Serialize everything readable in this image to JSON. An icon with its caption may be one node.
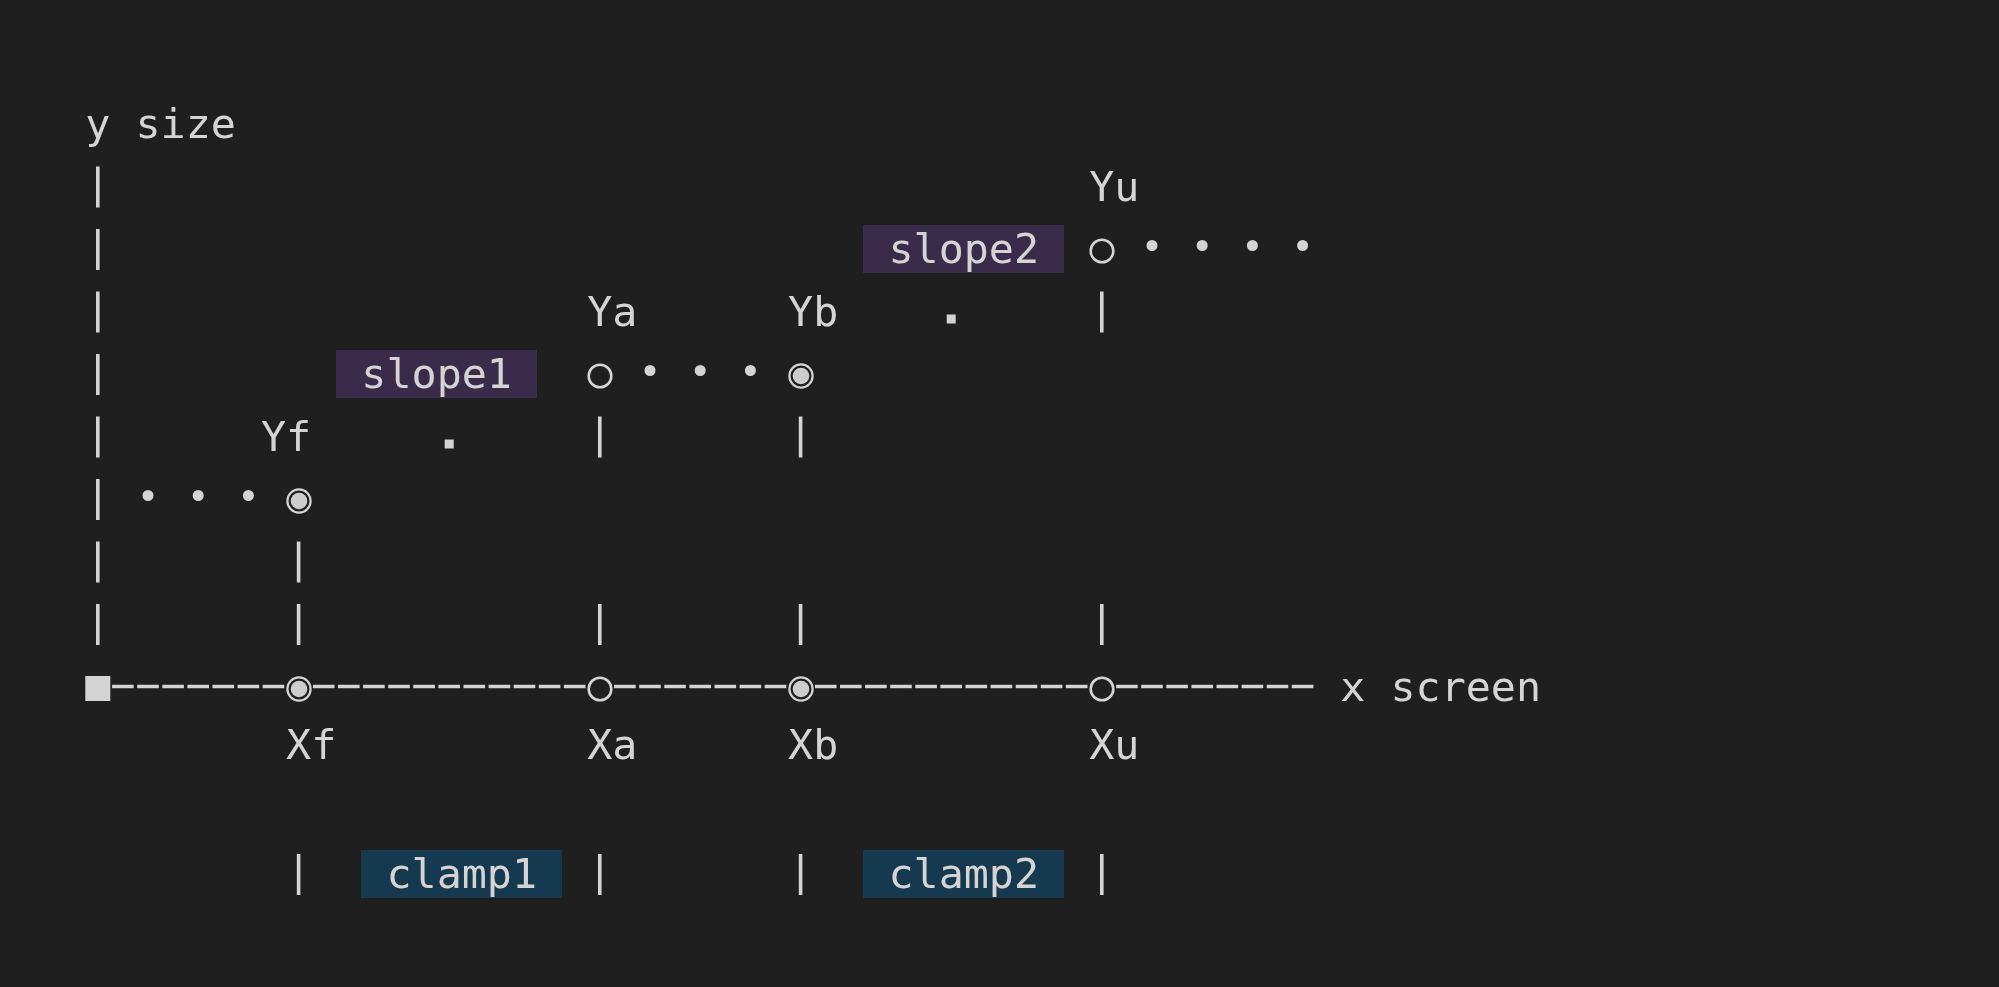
{
  "diagram": {
    "nodes": [
      {
        "text": [
          "slope2"
        ]
      },
      {
        "text": [],
        "shape": "circle",
        "beside": [
          "Yu"
        ]
      },
      {
        "text": [
          "slope1"
        ]
      },
      {
        "text": [],
        "shape": "circle",
        "beside": [
          "Ya"
        ]
      },
      {
        "text": [],
        "shape": "circle",
        "beside": [
          "Yb"
        ]
      },
      {
        "text": [],
        "shape": "circle",
        "beside": [
          "Yf"
        ]
      },
      {
        "text": [],
        "shape": "circle",
        "beside": [
          "Xf"
        ]
      },
      {
        "text": [],
        "shape": "circle",
        "beside": [
          "Xa"
        ]
      },
      {
        "text": [],
        "shape": "circle",
        "beside": [
          "Xb"
        ]
      },
      {
        "text": [],
        "shape": "circle",
        "beside": [
          "Xu"
        ]
      },
      {
        "text": [
          "clamp1"
        ]
      },
      {
        "text": [
          "clamp2"
        ]
      }
    ],
    "edges": [
      {
        "from": null,
        "to": 5,
        "arrow": "none",
        "style": "dashed"
      },
      {
        "from": 3,
        "to": 4,
        "arrow": "none",
        "style": "dashed"
      },
      {
        "from": 1,
        "to": null,
        "arrow": "none",
        "style": "dashed"
      },
      {
        "from": 5,
        "to": 6,
        "arrow": "none"
      },
      {
        "from": 3,
        "to": 7,
        "arrow": "none"
      },
      {
        "from": 4,
        "to": 8,
        "arrow": "none"
      },
      {
        "from": 1,
        "to": 9,
        "arrow": "none"
      }
    ],
    "labels": [
      "y size",
      "x screen"
    ]
  }
}
